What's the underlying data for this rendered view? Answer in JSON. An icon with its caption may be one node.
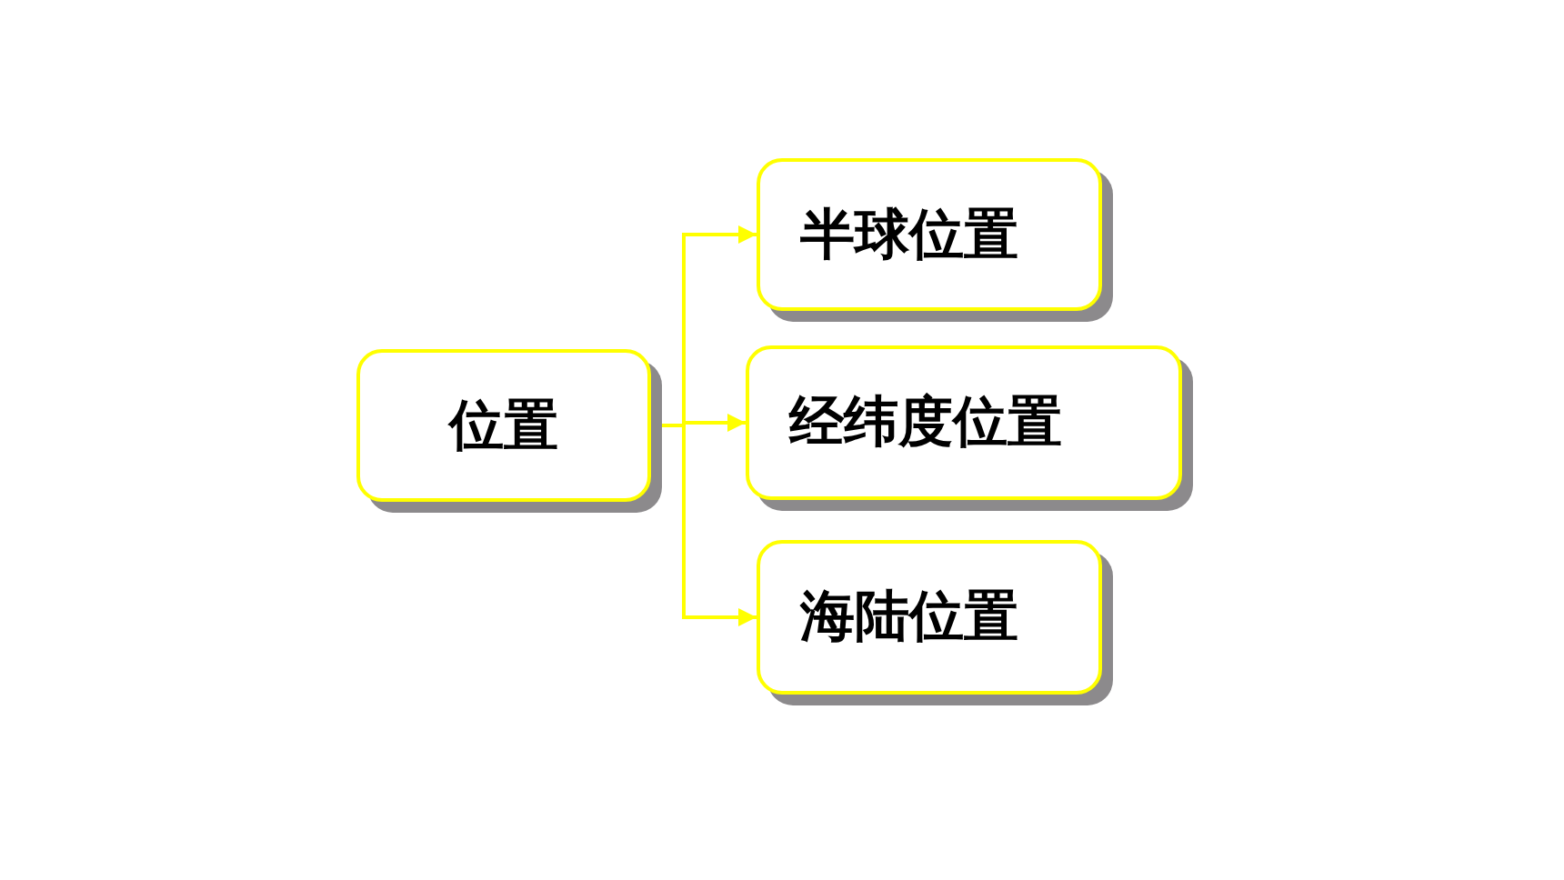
{
  "diagram": {
    "nodes": [
      {
        "text": [
          "位置"
        ]
      },
      {
        "text": [
          "半球位置"
        ]
      },
      {
        "text": [
          "经纬度位置"
        ]
      },
      {
        "text": [
          "海陆位置"
        ]
      }
    ],
    "edges": [
      {
        "from": 0,
        "to": 1,
        "arrow": "to"
      },
      {
        "from": 0,
        "to": 2,
        "arrow": "to"
      },
      {
        "from": 0,
        "to": 3,
        "arrow": "to"
      }
    ]
  }
}
